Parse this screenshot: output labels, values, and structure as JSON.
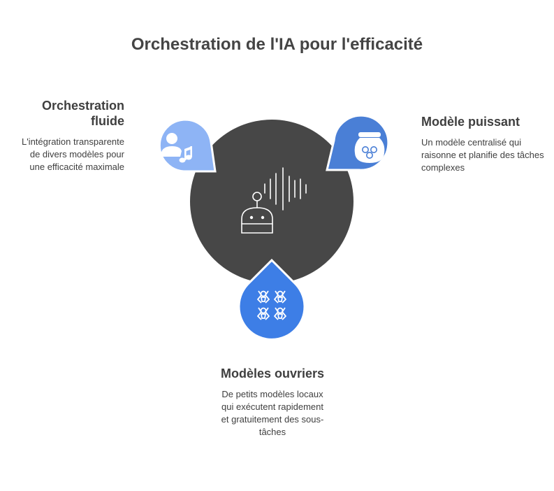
{
  "title": "Orchestration de l'IA pour l'efficacité",
  "center": {
    "icon": "robot-with-soundwave-icon",
    "color": "#474747"
  },
  "nodes": [
    {
      "id": "left",
      "heading": "Orchestration fluide",
      "body": "L'intégration transparente de divers modèles pour une efficacité maximale",
      "icon": "user-music-icon",
      "color": "#8eb4f5"
    },
    {
      "id": "right",
      "heading": "Modèle puissant",
      "body": "Un modèle centralisé qui raisonne et planifie des tâches complexes",
      "icon": "honey-jar-icon",
      "color": "#4a7fd6"
    },
    {
      "id": "bottom",
      "heading": "Modèles ouvriers",
      "body": "De petits modèles locaux qui exécutent rapidement et gratuitement des sous-tâches",
      "icon": "worker-bees-icon",
      "color": "#3d7ee6"
    }
  ]
}
